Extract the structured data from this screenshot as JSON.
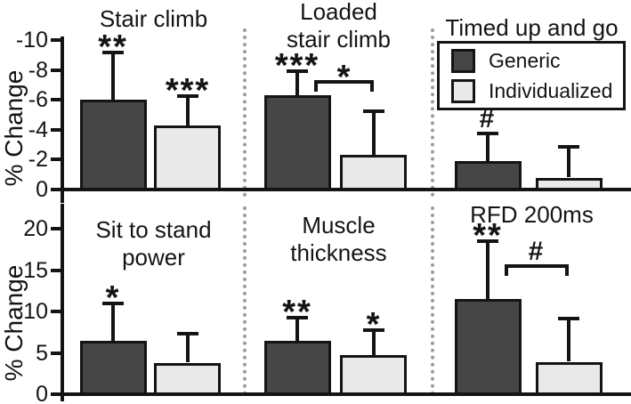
{
  "figure": {
    "legend": {
      "items": [
        {
          "label": "Generic",
          "fill": "#464646"
        },
        {
          "label": "Individualized",
          "fill": "#e9e9e9"
        }
      ]
    },
    "colors": {
      "generic_fill": "#464646",
      "individualized_fill": "#e9e9e9",
      "bar_border": "#141414",
      "axis": "#141414",
      "separator": "#9c9c9c"
    }
  },
  "chart_data": {
    "type": "bar",
    "legend_entries": [
      "Generic",
      "Individualized"
    ],
    "legend_position": "top-right panel, boxed",
    "grid": false,
    "rows": [
      {
        "ylabel": "% Change",
        "ylim": [
          0,
          -10
        ],
        "yticks": [
          0,
          -2,
          -4,
          -6,
          -8,
          -10
        ]
      },
      {
        "ylabel": "% Change",
        "ylim": [
          0,
          20
        ],
        "yticks": [
          0,
          5,
          10,
          15,
          20
        ]
      }
    ],
    "panels": [
      {
        "row": 0,
        "col": 0,
        "title_lines": [
          "Stair climb"
        ],
        "bars": [
          {
            "series": "Generic",
            "value": -6.0,
            "error": 3.2,
            "sig": "**"
          },
          {
            "series": "Individualized",
            "value": -4.3,
            "error": 2.0,
            "sig": "***"
          }
        ]
      },
      {
        "row": 0,
        "col": 1,
        "title_lines": [
          "Loaded",
          "stair climb"
        ],
        "bars": [
          {
            "series": "Generic",
            "value": -6.3,
            "error": 1.7,
            "sig": "***"
          },
          {
            "series": "Individualized",
            "value": -2.3,
            "error": 3.0,
            "sig": ""
          }
        ],
        "bracket": {
          "label": "*",
          "y": -7.3
        }
      },
      {
        "row": 0,
        "col": 2,
        "title_lines": [
          "Timed up and go"
        ],
        "bars": [
          {
            "series": "Generic",
            "value": -1.9,
            "error": 1.9,
            "sig": "#"
          },
          {
            "series": "Individualized",
            "value": -0.8,
            "error": 2.1,
            "sig": ""
          }
        ]
      },
      {
        "row": 1,
        "col": 0,
        "title_lines": [
          "Sit to stand",
          "power"
        ],
        "bars": [
          {
            "series": "Generic",
            "value": 6.5,
            "error": 4.6,
            "sig": "*"
          },
          {
            "series": "Individualized",
            "value": 3.8,
            "error": 3.6,
            "sig": ""
          }
        ]
      },
      {
        "row": 1,
        "col": 1,
        "title_lines": [
          "Muscle",
          "thickness"
        ],
        "bars": [
          {
            "series": "Generic",
            "value": 6.5,
            "error": 2.9,
            "sig": "**"
          },
          {
            "series": "Individualized",
            "value": 4.7,
            "error": 3.1,
            "sig": "*"
          }
        ]
      },
      {
        "row": 1,
        "col": 2,
        "title_lines": [
          "RFD 200ms"
        ],
        "bars": [
          {
            "series": "Generic",
            "value": 11.5,
            "error": 7.1,
            "sig": "**"
          },
          {
            "series": "Individualized",
            "value": 3.9,
            "error": 5.3,
            "sig": ""
          }
        ],
        "bracket": {
          "label": "#",
          "y": 15.7
        }
      }
    ]
  }
}
